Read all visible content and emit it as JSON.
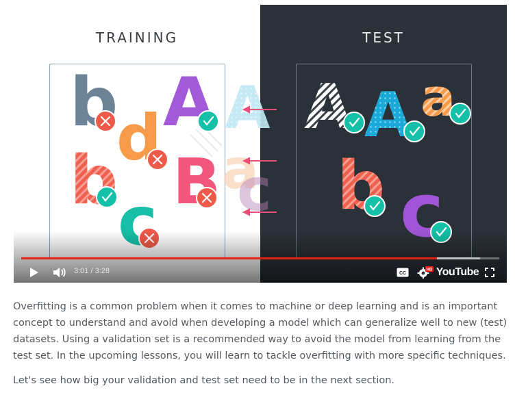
{
  "video": {
    "left_title": "TRAINING",
    "right_title": "TEST",
    "time": "3:01 / 3:28",
    "progress": 0.87,
    "buffered": 0.96,
    "brand": "YouTube",
    "icons": [
      "play-icon",
      "volume-icon",
      "captions-icon",
      "settings-icon",
      "hd-badge",
      "fullscreen-icon"
    ],
    "colors": {
      "progress": "#e62117",
      "check": "#14c0a8",
      "cross": "#ee5a4a",
      "test_bg": "#2b3138"
    },
    "hd_label": "HD",
    "cc_label": "CC"
  },
  "letters": {
    "training": [
      {
        "char": "b",
        "mark": "cross"
      },
      {
        "char": "A",
        "mark": "check"
      },
      {
        "char": "d",
        "mark": "cross"
      },
      {
        "char": "b",
        "mark": "check"
      },
      {
        "char": "B",
        "mark": "cross"
      },
      {
        "char": "c",
        "mark": "cross"
      }
    ],
    "moving": [
      "A",
      "a",
      "c"
    ],
    "test": [
      {
        "char": "A",
        "mark": "check"
      },
      {
        "char": "A",
        "mark": "check"
      },
      {
        "char": "a",
        "mark": "check"
      },
      {
        "char": "b",
        "mark": "check"
      },
      {
        "char": "c",
        "mark": "check"
      }
    ]
  },
  "description": {
    "paragraph1": "Overfitting is a common problem when it comes to machine or deep learning and is an important concept to understand and avoid when developing a model which can generalize well to new (test) datasets. Using a validation set is a recommended way to avoid the model from learning from the test set. In the upcoming lessons, you will learn to tackle overfitting with more specific techniques.",
    "paragraph2": "Let's see how big your validation and test set need to be in the next section."
  }
}
